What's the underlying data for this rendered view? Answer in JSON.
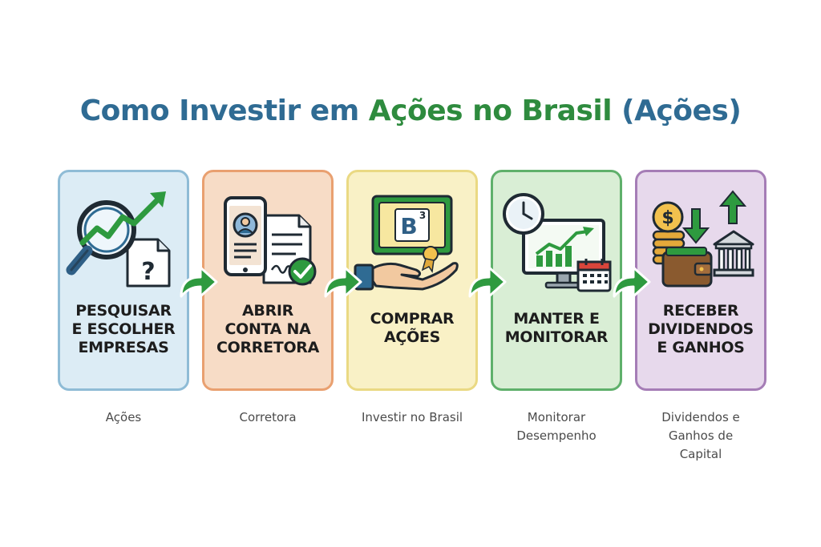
{
  "title": {
    "part1": "Como Investir em ",
    "part2": "Ações no Brasil",
    "part3": " (Ações)"
  },
  "colors": {
    "title_blue": "#2f6b93",
    "title_green": "#2e8b3e",
    "arrow_green": "#2e9a3f"
  },
  "steps": [
    {
      "icon": "magnifier-chart-icon",
      "label_lines": [
        "PESQUISAR",
        "E ESCOLHER",
        "EMPRESAS"
      ],
      "caption_lines": [
        "Ações"
      ]
    },
    {
      "icon": "phone-contract-icon",
      "label_lines": [
        "ABRIR",
        "CONTA NA",
        "CORRETORA"
      ],
      "caption_lines": [
        "Corretora"
      ]
    },
    {
      "icon": "b3-certificate-hand-icon",
      "label_lines": [
        "COMPRAR",
        "AÇÕES"
      ],
      "caption_lines": [
        "Investir no Brasil"
      ]
    },
    {
      "icon": "monitor-clock-calendar-icon",
      "label_lines": [
        "MANTER E",
        "MONITORAR"
      ],
      "caption_lines": [
        "Monitorar",
        "Desempenho"
      ]
    },
    {
      "icon": "coins-wallet-bank-icon",
      "label_lines": [
        "RECEBER",
        "DIVIDENDOS",
        "E GANHOS"
      ],
      "caption_lines": [
        "Dividendos e",
        "Ganhos de",
        "Capital"
      ]
    }
  ],
  "b3_logo": {
    "letter": "B",
    "superscript": "3"
  }
}
